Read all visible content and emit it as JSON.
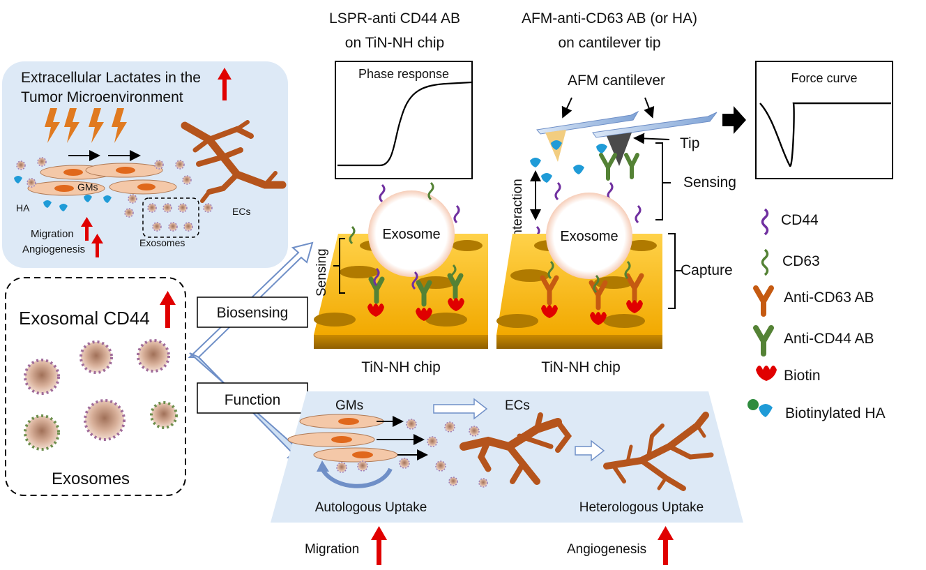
{
  "tumor_panel": {
    "title_line1": "Extracellular Lactates in the",
    "title_line2": "Tumor Microenvironment",
    "gms": "GMs",
    "ha": "HA",
    "ecs": "ECs",
    "exosomes": "Exosomes",
    "migration": "Migration",
    "angiogenesis": "Angiogenesis"
  },
  "exosome_box": {
    "title": "Exosomal  CD44",
    "footer": "Exosomes"
  },
  "branches": {
    "biosensing": "Biosensing",
    "function": "Function"
  },
  "lspr": {
    "title_line1": "LSPR-anti CD44 AB",
    "title_line2": "on TiN-NH chip",
    "plot_title": "Phase response",
    "exosome": "Exosome",
    "sensing": "Sensing",
    "chip": "TiN-NH chip"
  },
  "afm": {
    "title_line1": "AFM-anti-CD63 AB (or HA)",
    "title_line2": "on cantilever tip",
    "cantilever": "AFM cantilever",
    "tip": "Tip",
    "sensing": "Sensing",
    "capture": "Capture",
    "interaction": "Interaction",
    "exosome": "Exosome",
    "chip": "TiN-NH chip",
    "plot_title": "Force curve"
  },
  "legend": {
    "cd44": "CD44",
    "cd63": "CD63",
    "anti_cd63": "Anti-CD63 AB",
    "anti_cd44": "Anti-CD44 AB",
    "biotin": "Biotin",
    "biotinylated_ha": "Biotinylated HA",
    "colors": {
      "cd44": "#7030a0",
      "cd63": "#548235",
      "anti_cd63": "#c55a11",
      "anti_cd44": "#548235",
      "biotin": "#e00000",
      "ha": "#1f9bd7"
    }
  },
  "function_panel": {
    "gms": "GMs",
    "ecs": "ECs",
    "autologous": "Autologous Uptake",
    "heterologous": "Heterologous Uptake",
    "migration": "Migration",
    "angiogenesis": "Angiogenesis"
  }
}
